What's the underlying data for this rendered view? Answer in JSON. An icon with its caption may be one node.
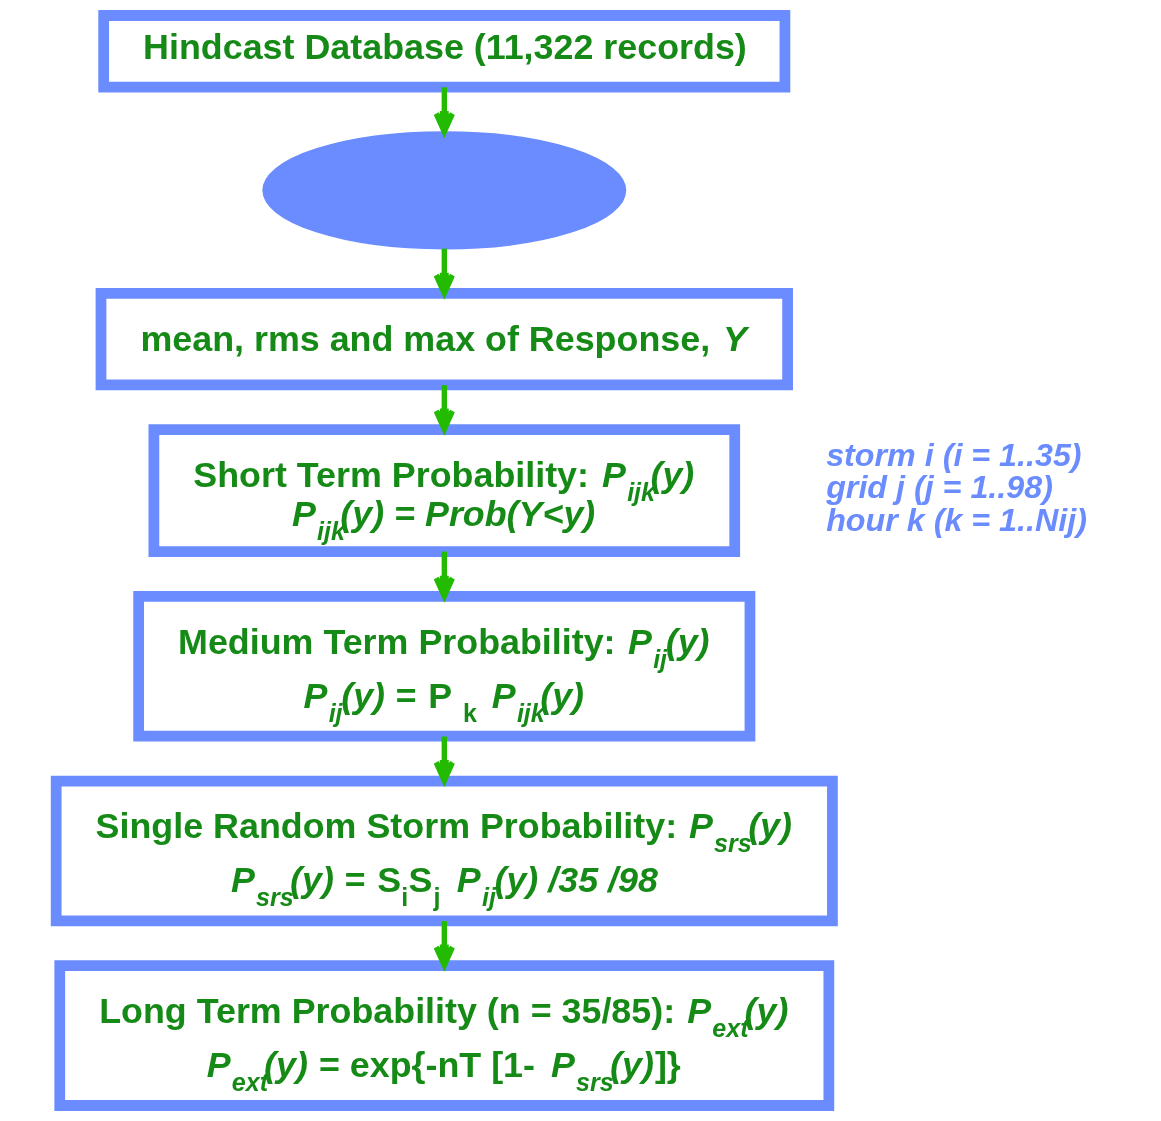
{
  "diagram": {
    "nodes": [
      {
        "text": [
          "Hindcast Database (11,322 records)"
        ]
      },
      {
        "text": [],
        "shape": "ellipse"
      },
      {
        "text": [
          "mean, rms and max of Response, *Y*"
        ]
      },
      {
        "text": [
          "Short Term Probability: *P$_{ijk}$(y)*",
          "*P$_{ijk}$(y) = Prob(Y<y)*"
        ],
        "beside": [
          "storm i (i = 1..35)",
          "grid j (j = 1..98)",
          "hour k (k = 1..Nij)"
        ]
      },
      {
        "text": [
          "Medium Term Probability: *P$_{ij}$(y)*",
          "*P$_{ij}$(y) =* P $_{k}$ *P$_{ijk}$(y)*"
        ]
      },
      {
        "text": [
          "Single Random Storm Probability: *P$_{srs}$(y)*",
          "*P$_{srs}$(y) =* S$_{i}$S$_{j}$ *P$_{ij}$(y) /35 /98*"
        ]
      },
      {
        "text": [
          "Long Term Probability (n = 35/85): *P$_{ext}$(y)*",
          "*P$_{ext}$(y)* = exp{-nT [1- *P$_{srs}$(y)*]}"
        ]
      }
    ],
    "edges": [
      {
        "from": 0,
        "to": 1,
        "arrow": "to"
      },
      {
        "from": 1,
        "to": 2,
        "arrow": "to"
      },
      {
        "from": 2,
        "to": 3,
        "arrow": "to"
      },
      {
        "from": 3,
        "to": 4,
        "arrow": "to"
      },
      {
        "from": 4,
        "to": 5,
        "arrow": "to"
      },
      {
        "from": 5,
        "to": 6,
        "arrow": "to"
      }
    ]
  }
}
